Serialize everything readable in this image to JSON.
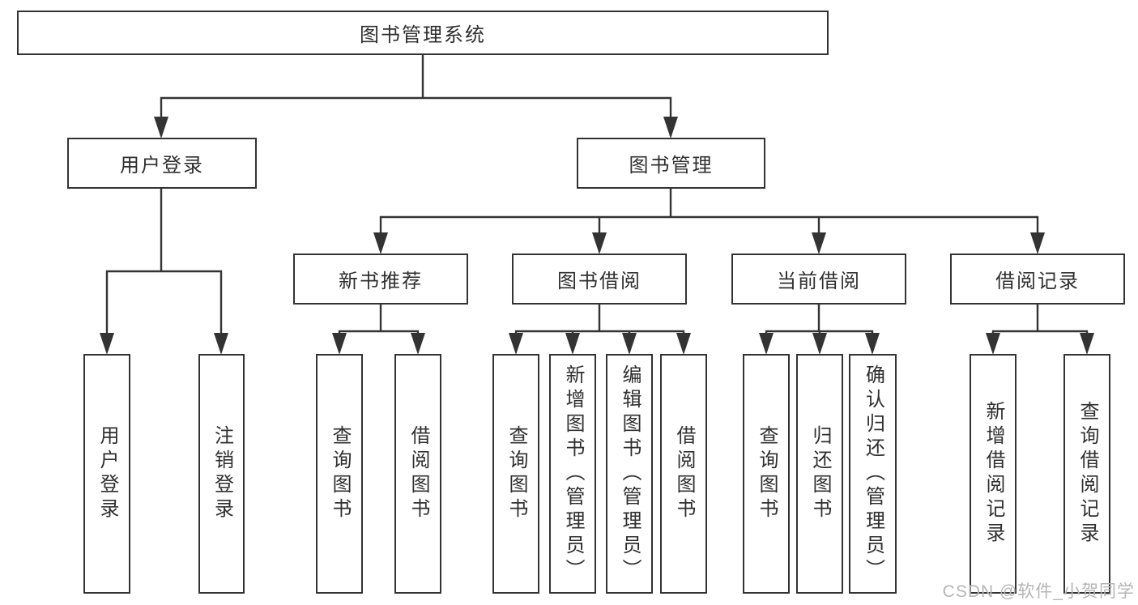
{
  "tree": {
    "root": {
      "label": "图书管理系统",
      "children": [
        {
          "label": "用户登录",
          "children": [
            {
              "label": "用户登录"
            },
            {
              "label": "注销登录"
            }
          ]
        },
        {
          "label": "图书管理",
          "children": [
            {
              "label": "新书推荐",
              "children": [
                {
                  "label": "查询图书"
                },
                {
                  "label": "借阅图书"
                }
              ]
            },
            {
              "label": "图书借阅",
              "children": [
                {
                  "label": "查询图书"
                },
                {
                  "label": "新增图书（管理员）"
                },
                {
                  "label": "编辑图书（管理员）"
                },
                {
                  "label": "借阅图书"
                }
              ]
            },
            {
              "label": "当前借阅",
              "children": [
                {
                  "label": "查询图书"
                },
                {
                  "label": "归还图书"
                },
                {
                  "label": "确认归还（管理员）"
                }
              ]
            },
            {
              "label": "借阅记录",
              "children": [
                {
                  "label": "新增借阅记录"
                },
                {
                  "label": "查询借阅记录"
                }
              ]
            }
          ]
        }
      ]
    }
  },
  "watermark": {
    "text": "CSDN @软件_小贺同学"
  },
  "colors": {
    "line": "#333333",
    "text": "#2f2f2f",
    "watermark": "#b5b5b5",
    "background": "#ffffff"
  }
}
